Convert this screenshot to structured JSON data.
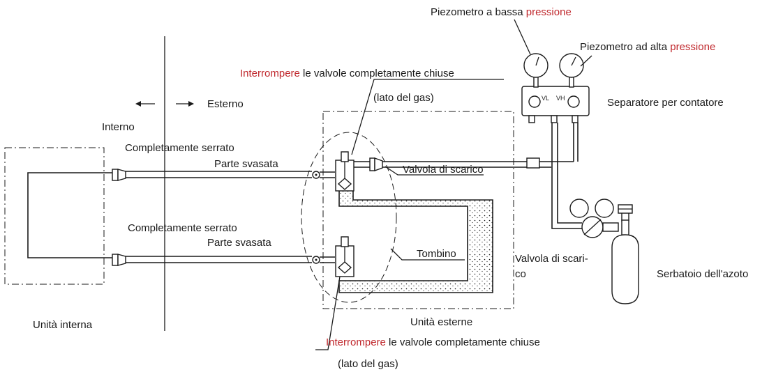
{
  "labels": {
    "low_gauge": "Piezometro a bassa ",
    "low_gauge_red": "pressione",
    "high_gauge": "Piezometro ad alta ",
    "high_gauge_red": "pressione",
    "interrupt_top_red": "Interrompere",
    "interrupt_top": " le valvole completamente chiuse",
    "gas_side_top": "(lato del gas)",
    "external": "Esterno",
    "internal": "Interno",
    "fully_tight_top": "Completamente serrato",
    "flared_top": "Parte svasata",
    "drain_valve_top": "Valvola di scarico",
    "separator": "Separatore per contatore",
    "gauge_vl": "VL",
    "gauge_vh": "VH",
    "fully_tight_bottom": "Completamente serrato",
    "flared_bottom": "Parte svasata",
    "manhole": "Tombino",
    "drain_valve_bottom_1": "Valvola di scari-",
    "drain_valve_bottom_2": "co",
    "nitrogen_tank": "Serbatoio dell'azoto",
    "indoor_unit": "Unità interna",
    "outdoor_unit": "Unità esterne",
    "interrupt_bottom_red": "Interrompere",
    "interrupt_bottom": " le valvole completamente chiuse",
    "gas_side_bottom": "(lato del gas)"
  },
  "colors": {
    "line": "#1a1a1a",
    "accent_red": "#c0282d",
    "background": "#ffffff"
  }
}
